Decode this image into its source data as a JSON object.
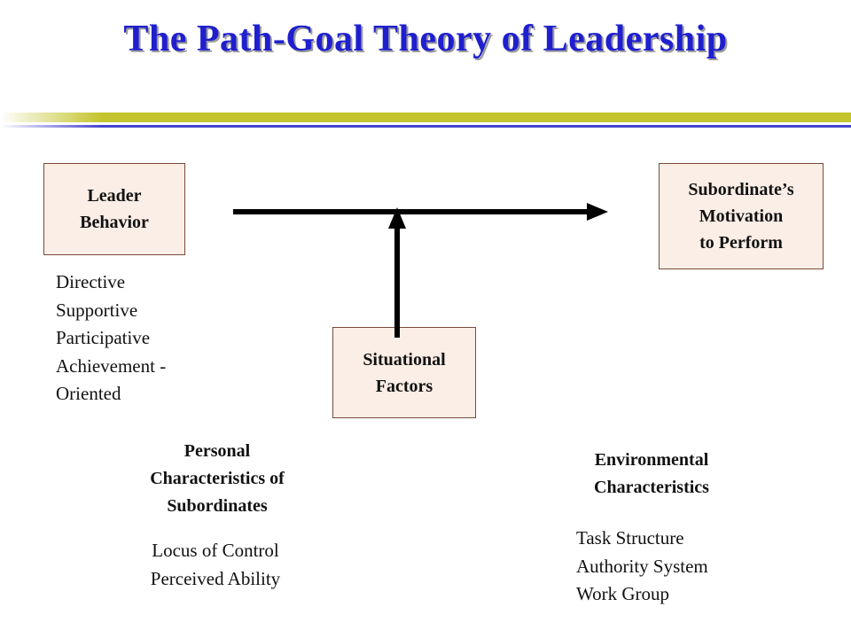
{
  "title": "The Path-Goal Theory of Leadership",
  "colors": {
    "title": "#1f1fd0",
    "title_shadow": "#9a9a9a",
    "rule_olive": "#c3c42e",
    "rule_blue": "#4444cc",
    "box_fill": "#fbeee6",
    "box_border": "#7a4a3a",
    "arrow": "#000000"
  },
  "boxes": {
    "leader_behavior": "Leader\nBehavior",
    "motivation": "Subordinate’s\nMotivation\nto Perform",
    "situational": "Situational\nFactors"
  },
  "leader_styles": [
    "Directive",
    "Supportive",
    "Participative",
    "Achievement -",
    "Oriented"
  ],
  "personal": {
    "heading": "Personal\nCharacteristics of\nSubordinates",
    "items": [
      "Locus of Control",
      "Perceived Ability"
    ]
  },
  "environmental": {
    "heading": "Environmental\nCharacteristics",
    "items": [
      "Task Structure",
      "Authority System",
      "Work Group"
    ]
  }
}
